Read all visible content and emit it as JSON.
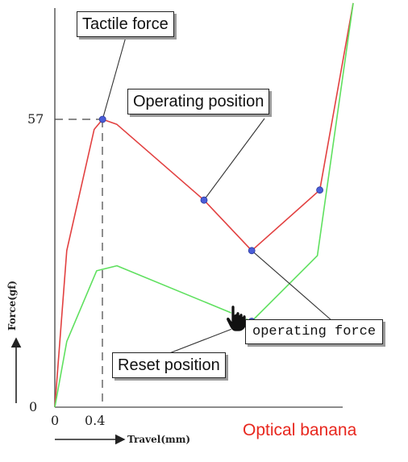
{
  "chart_data": {
    "type": "line",
    "ylabel": "Force(gf)",
    "xlabel": "Travel(mm)",
    "x_tick_labels": [
      "0",
      "0.4"
    ],
    "y_tick_labels": [
      "0",
      "57"
    ],
    "series": [
      {
        "color": "#e24040",
        "points": [
          [
            0,
            0
          ],
          [
            0.1,
            31
          ],
          [
            0.33,
            55
          ],
          [
            0.4,
            57
          ],
          [
            0.52,
            56
          ],
          [
            1.25,
            41
          ],
          [
            1.65,
            31
          ],
          [
            2.22,
            43
          ],
          [
            2.5,
            80
          ]
        ]
      },
      {
        "color": "#5fe05f",
        "points": [
          [
            0,
            0
          ],
          [
            0.1,
            13
          ],
          [
            0.35,
            27
          ],
          [
            0.52,
            28
          ],
          [
            1.65,
            17
          ],
          [
            2.2,
            30
          ],
          [
            2.5,
            80
          ]
        ]
      }
    ],
    "markers": [
      {
        "x": 0.4,
        "y": 57
      },
      {
        "x": 1.25,
        "y": 41
      },
      {
        "x": 1.65,
        "y": 31
      },
      {
        "x": 2.22,
        "y": 43
      },
      {
        "x": 1.65,
        "y": 17
      }
    ],
    "marker_color": "#4a5dd8",
    "annotations": {
      "tactile_force": "Tactile force",
      "operating_position": "Operating position",
      "operating_force": "operating force",
      "reset_position": "Reset position"
    },
    "brand_text": "Optical banana"
  }
}
